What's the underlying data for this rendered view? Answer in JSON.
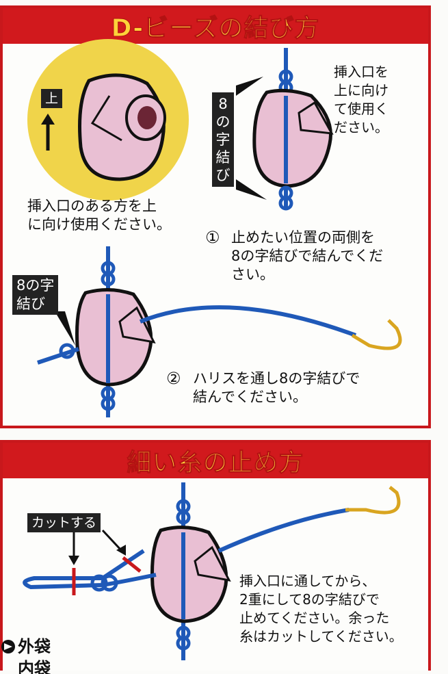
{
  "section1": {
    "title": "D-ビーズの結び方",
    "up_label": "上",
    "insert_note": "挿入口のある方を上\nに向け使用ください。",
    "insert_up_note": "挿入口を\n上に向け\nて使用く\nださい。",
    "knot_label_vertical": "8\nの\n字\n結\nび",
    "step1_num": "①",
    "step1_text": "止めたい位置の両側を\n8の字結びで結んでくだ\nさい。",
    "knot_label_box": "8の字\n結び",
    "step2_num": "②",
    "step2_text": "ハリスを通し8の字結びで\n結んでください。"
  },
  "section2": {
    "title": "細い糸の止め方",
    "cut_label": "カットする",
    "instruction": "挿入口に通してから、\n2重にして8の字結びで\n止めてください。余った\n糸はカットしてください。"
  },
  "footer": {
    "outer_bag": "外袋",
    "inner_bag": "内袋"
  },
  "colors": {
    "frame_red": "#c8181c",
    "title_yellow": "#fdd33a",
    "bead_pink": "#e9bfd3",
    "line_blue": "#1f59b8",
    "hook_gold": "#d9a520",
    "circle_yellow": "#f0d44a"
  }
}
